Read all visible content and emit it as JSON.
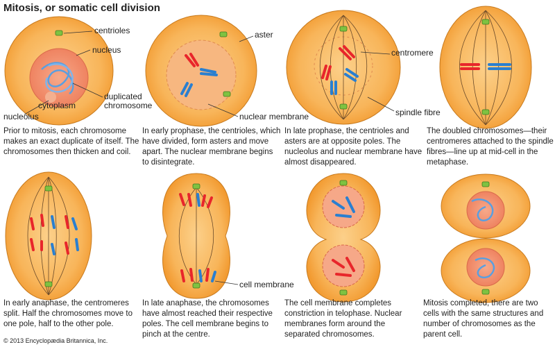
{
  "title": "Mitosis, or somatic cell division",
  "labels": {
    "centrioles": "centrioles",
    "nucleus": "nucleus",
    "duplicated_chromosome_1": "duplicated",
    "duplicated_chromosome_2": "chromosome",
    "nucleolus": "nucleolus",
    "cytoplasm": "cytoplasm",
    "aster": "aster",
    "nuclear_membrane": "nuclear membrane",
    "centromere": "centromere",
    "spindle_fibre": "spindle fibre",
    "cell_membrane": "cell membrane"
  },
  "stages": [
    {
      "description": "Prior to mitosis, each chromosome makes an exact duplicate of itself. The chromosomes then thicken and coil."
    },
    {
      "description": "In early prophase, the centrioles, which have divided, form asters and move apart. The nuclear membrane begins to disintegrate."
    },
    {
      "description": "In late prophase, the centrioles and asters are at opposite poles. The nucleolus and nuclear membrane have almost disappeared."
    },
    {
      "description": "The doubled chromosomes—their centromeres attached to the spindle fibres—line up at mid-cell in the metaphase."
    },
    {
      "description": "In early anaphase, the centromeres split. Half the chromosomes move to one pole, half to the other pole."
    },
    {
      "description": "In late anaphase, the chromosomes have almost reached their respective poles. The cell membrane begins to pinch at the centre."
    },
    {
      "description": "The cell membrane completes constriction in telophase. Nuclear membranes form around the separated chromosomes."
    },
    {
      "description": "Mitosis completed, there are two cells with the same structures and number of chromosomes as the parent cell."
    }
  ],
  "copyright": "© 2013 Encyclopædia Britannica, Inc.",
  "colors": {
    "cell": "#f5a03a",
    "cell_light": "#fcd08a",
    "nucleus": "#f08a6a",
    "red": "#e8262b",
    "blue": "#2a7fd0",
    "centriole": "#7fc241"
  }
}
